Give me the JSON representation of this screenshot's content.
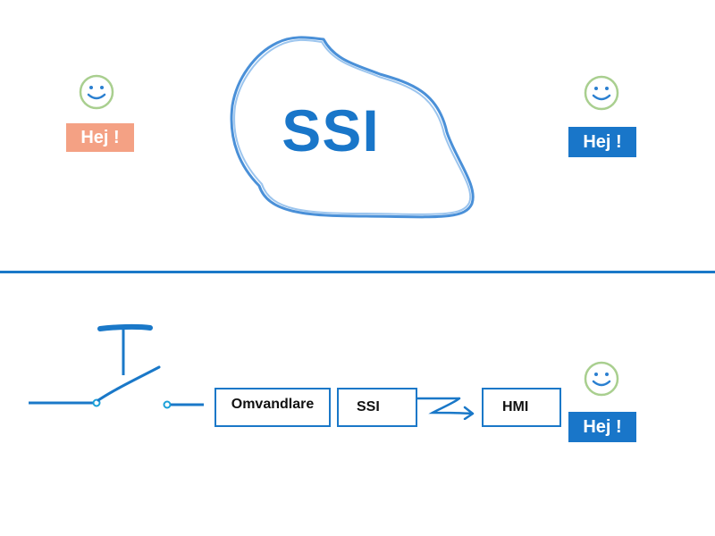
{
  "greetings": {
    "left": "Hej !",
    "right_top": "Hej !",
    "right_bottom": "Hej !"
  },
  "cloud_label": "SSI",
  "diagram": {
    "converter": "Omvandlare",
    "ssi": "SSI",
    "hmi": "HMI"
  },
  "icons": {
    "smiley": "smiley-icon",
    "switch": "switch-icon",
    "arrow": "arrow-icon"
  },
  "colors": {
    "blue": "#1976c9",
    "salmon": "#f4a184",
    "smiley_green": "#a9cf8f",
    "smiley_face": "#2a7fd0"
  }
}
